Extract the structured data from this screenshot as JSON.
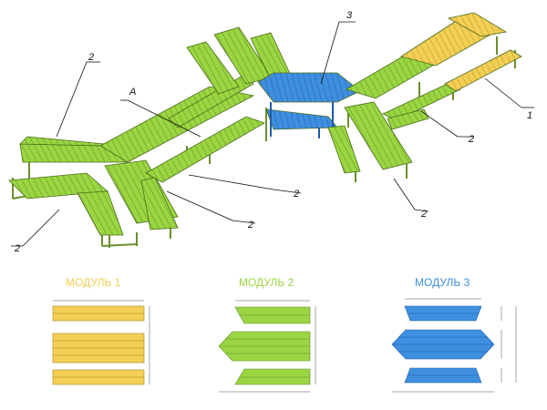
{
  "callouts": {
    "c1": "1",
    "c2": "2",
    "c3": "3",
    "cA": "A"
  },
  "modules": [
    {
      "title": "МОДУЛЬ 1",
      "color": "#f3cf55"
    },
    {
      "title": "МОДУЛЬ 2",
      "color": "#9bd642"
    },
    {
      "title": "МОДУЛЬ 3",
      "color": "#3f8fe0"
    }
  ],
  "colors": {
    "yellow": "#f3cf55",
    "green": "#9bd642",
    "blue": "#3f8fe0",
    "outline": "#4d6d1c",
    "frame": "#6b8f2c"
  }
}
